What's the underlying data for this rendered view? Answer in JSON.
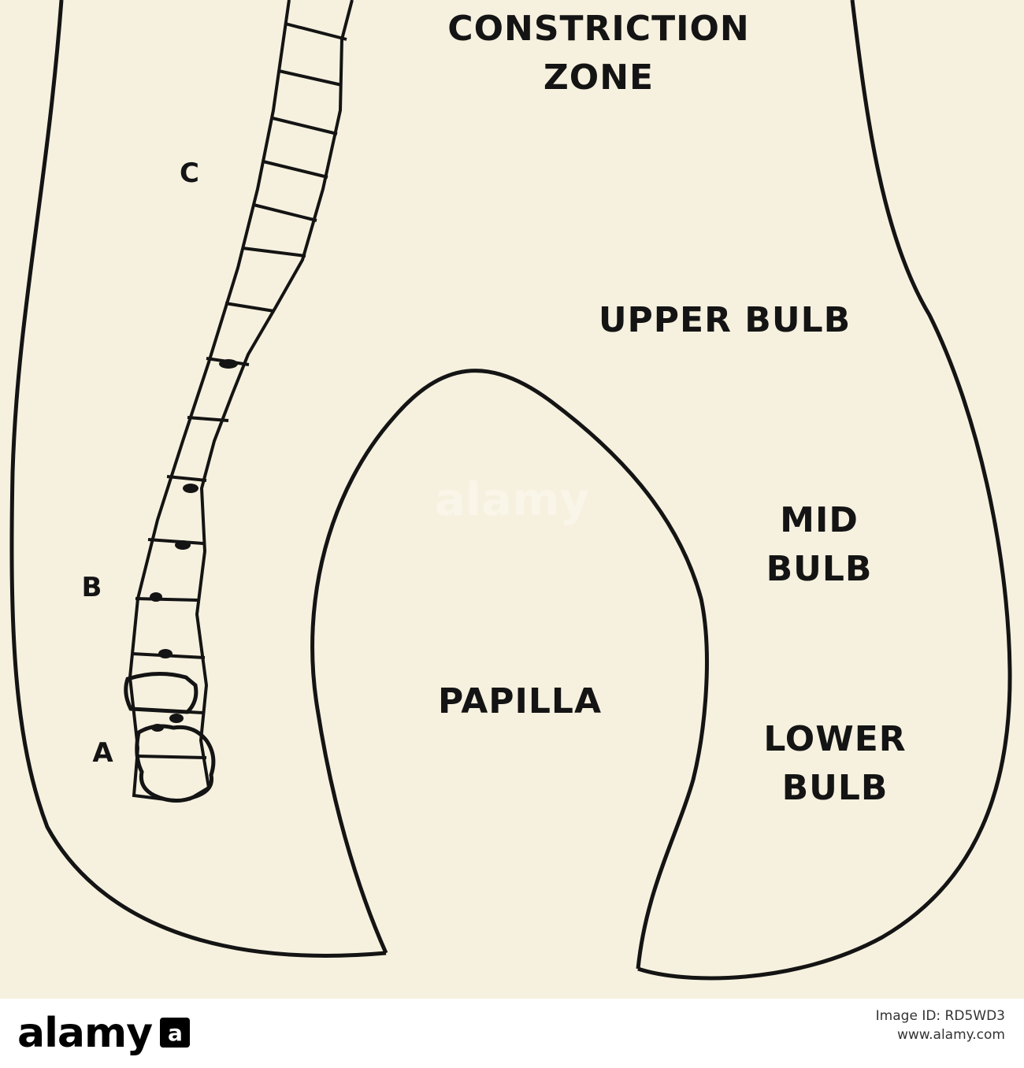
{
  "diagram": {
    "labels": {
      "constriction": "CONSTRICTION\nZONE",
      "upper_bulb": "UPPER BULB",
      "mid_bulb": "MID\nBULB",
      "papilla": "PAPILLA",
      "lower_bulb": "LOWER\nBULB",
      "c": "C",
      "b": "B",
      "a": "A"
    },
    "colors": {
      "background": "#f6f1df",
      "ink": "#141414"
    }
  },
  "watermark": {
    "text": "alamy"
  },
  "stock_bar": {
    "logo_text": "alamy",
    "logo_mark": "a-logo-mark",
    "image_id": "Image ID: RD5WD3",
    "url": "www.alamy.com"
  }
}
